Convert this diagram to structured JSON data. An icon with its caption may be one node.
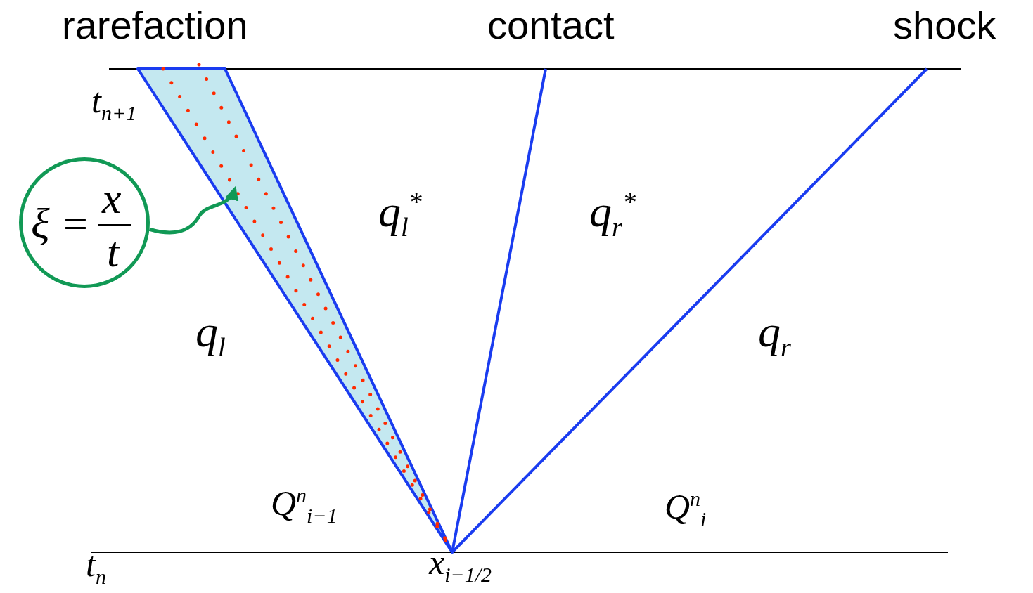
{
  "diagram": {
    "nodes": [
      {
        "text": [
          "ξ =",
          "x",
          "t"
        ]
      },
      {
        "text": [],
        "shape": "line"
      }
    ],
    "edges": [
      {
        "from": 0,
        "to": 1,
        "arrow": "to",
        "color": "#119955"
      }
    ],
    "labels": [
      "rarefaction",
      "contact",
      "shock",
      "t$_{n+1}$",
      "q$_{l}$$^{*}$",
      "q$_{r}$$^{*}$",
      "q$_{l}$",
      "q$_{r}$",
      "Q$^{n}$$_{i−1}$",
      "Q$^{n}$$_{i}$",
      "t$_{n}$",
      "x$_{i−1/2}$"
    ]
  }
}
